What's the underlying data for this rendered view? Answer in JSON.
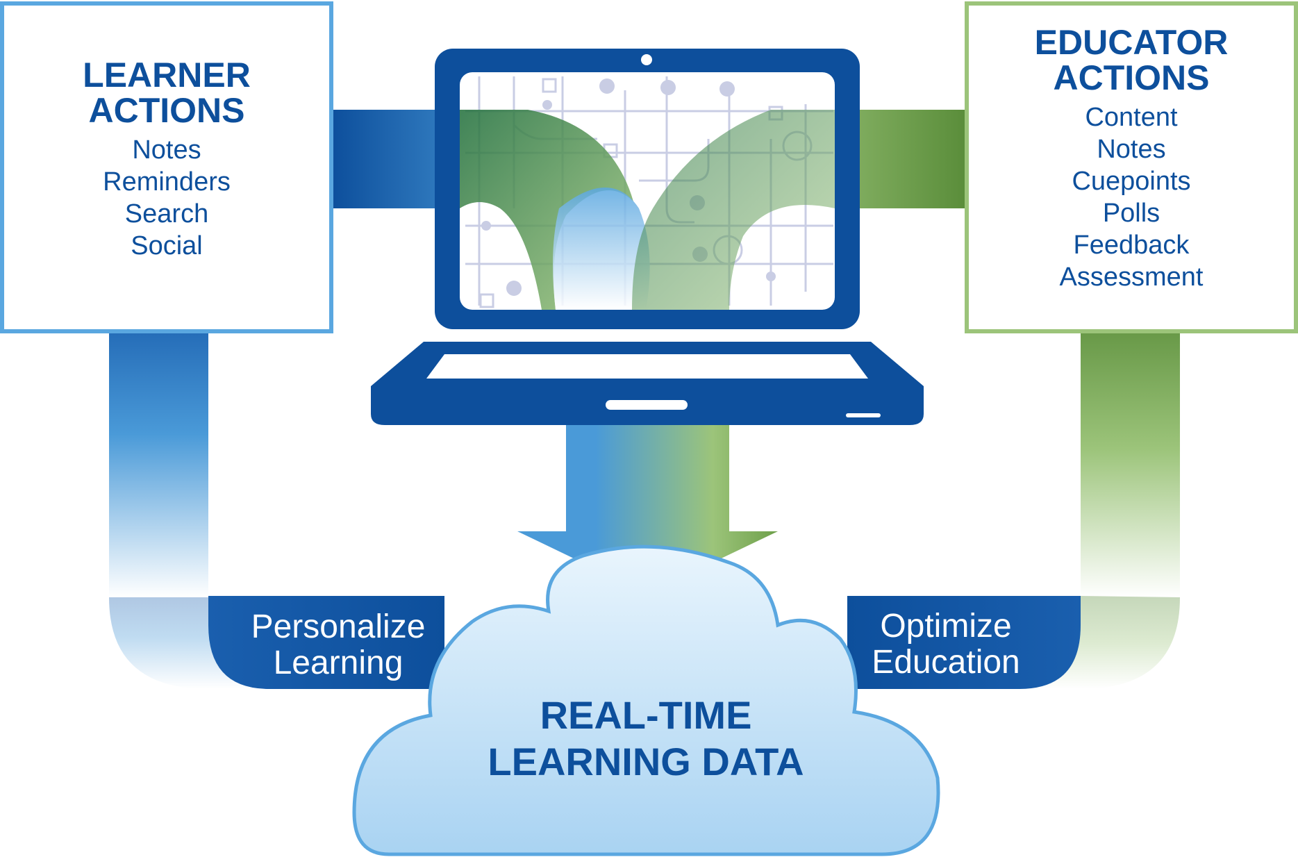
{
  "learner": {
    "title_line1": "LEARNER",
    "title_line2": "ACTIONS",
    "items": [
      "Notes",
      "Reminders",
      "Search",
      "Social"
    ]
  },
  "educator": {
    "title_line1": "EDUCATOR",
    "title_line2": "ACTIONS",
    "items": [
      "Content",
      "Notes",
      "Cuepoints",
      "Polls",
      "Feedback",
      "Assessment"
    ]
  },
  "left_band": {
    "line1": "Personalize",
    "line2": "Learning"
  },
  "right_band": {
    "line1": "Optimize",
    "line2": "Education"
  },
  "cloud": {
    "line1": "REAL-TIME",
    "line2": "LEARNING DATA"
  },
  "colors": {
    "navy": "#0d4f9c",
    "blue": "#4a9ad8",
    "light_blue": "#5aa7e0",
    "green": "#5a8d3a",
    "light_green": "#9cc47a",
    "cloud_fill": "#c7e3f7"
  },
  "icons": [
    "laptop-icon",
    "circuit-pattern-icon",
    "cloud-icon"
  ]
}
